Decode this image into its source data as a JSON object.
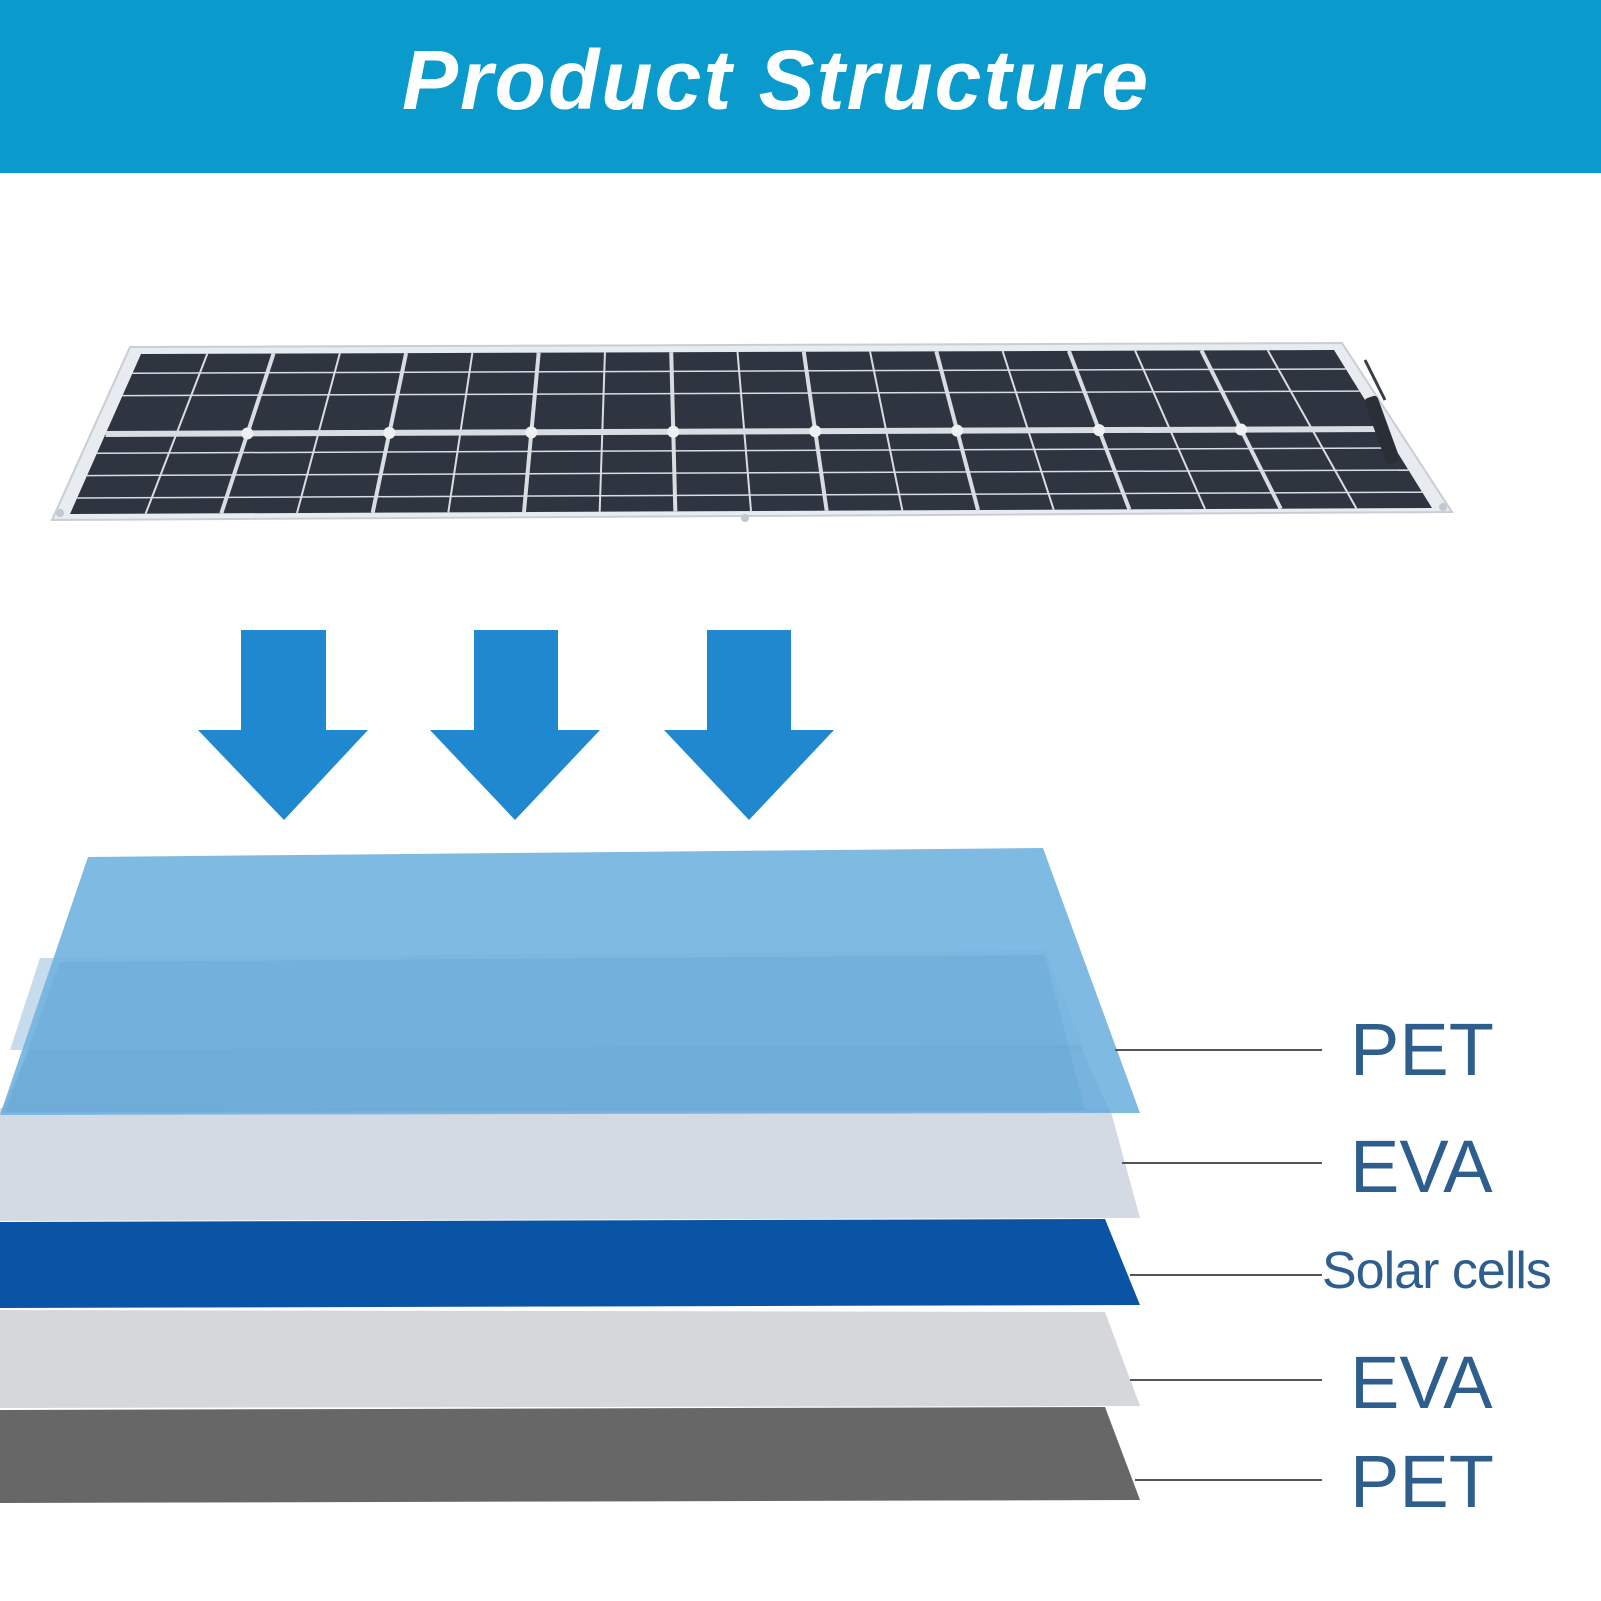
{
  "header": {
    "title": "Product Structure",
    "background_color": "#0a9acb",
    "text_color": "#ffffff"
  },
  "panel": {
    "cell_color": "#2e3440",
    "frame_color": "#e6e9ee",
    "cells_per_row": 18,
    "rows": 2
  },
  "arrows": {
    "count": 3,
    "color": "#1f88cf",
    "icon": "arrow-down-icon"
  },
  "layers": [
    {
      "label": "PET",
      "color": "#74b4e0"
    },
    {
      "label": "EVA",
      "color": "#d2d8e2"
    },
    {
      "label": "Solar cells",
      "color": "#0a54a6"
    },
    {
      "label": "EVA",
      "color": "#d3d5d9"
    },
    {
      "label": "PET",
      "color": "#676767"
    }
  ],
  "label_color": "#2e5e8d"
}
